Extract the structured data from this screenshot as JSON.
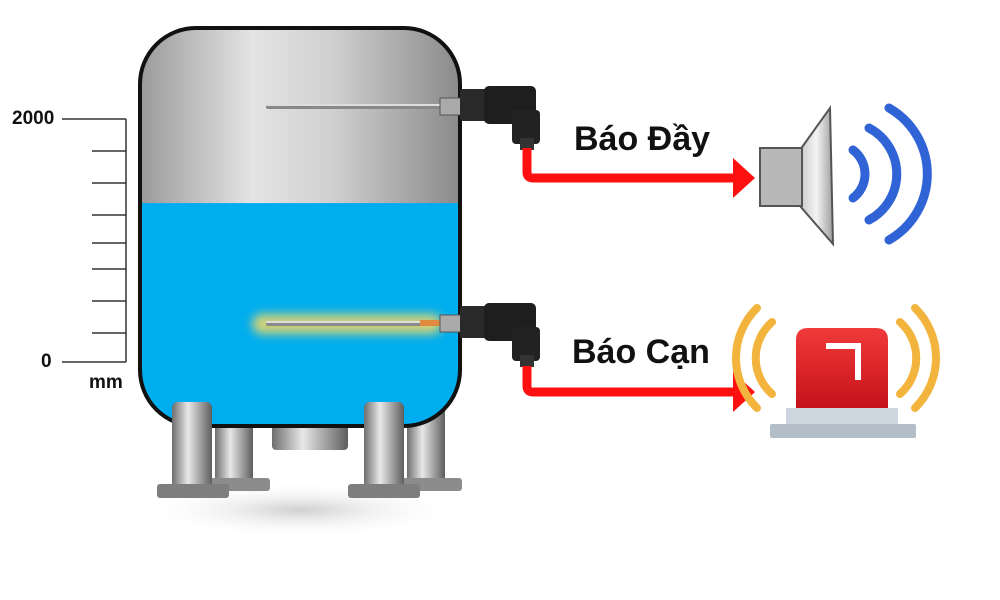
{
  "scale": {
    "max_label": "2000",
    "min_label": "0",
    "unit_label": "mm"
  },
  "alarms": {
    "full_label": "Báo Đầy",
    "empty_label": "Báo Cạn"
  },
  "tank": {
    "water_level_fraction": 0.56
  },
  "colors": {
    "water": "#00adef",
    "arrow": "#ff1010",
    "speaker_waves": "#2f63d6",
    "beacon_red": "#e31b23",
    "beacon_waves": "#f2b43c"
  }
}
